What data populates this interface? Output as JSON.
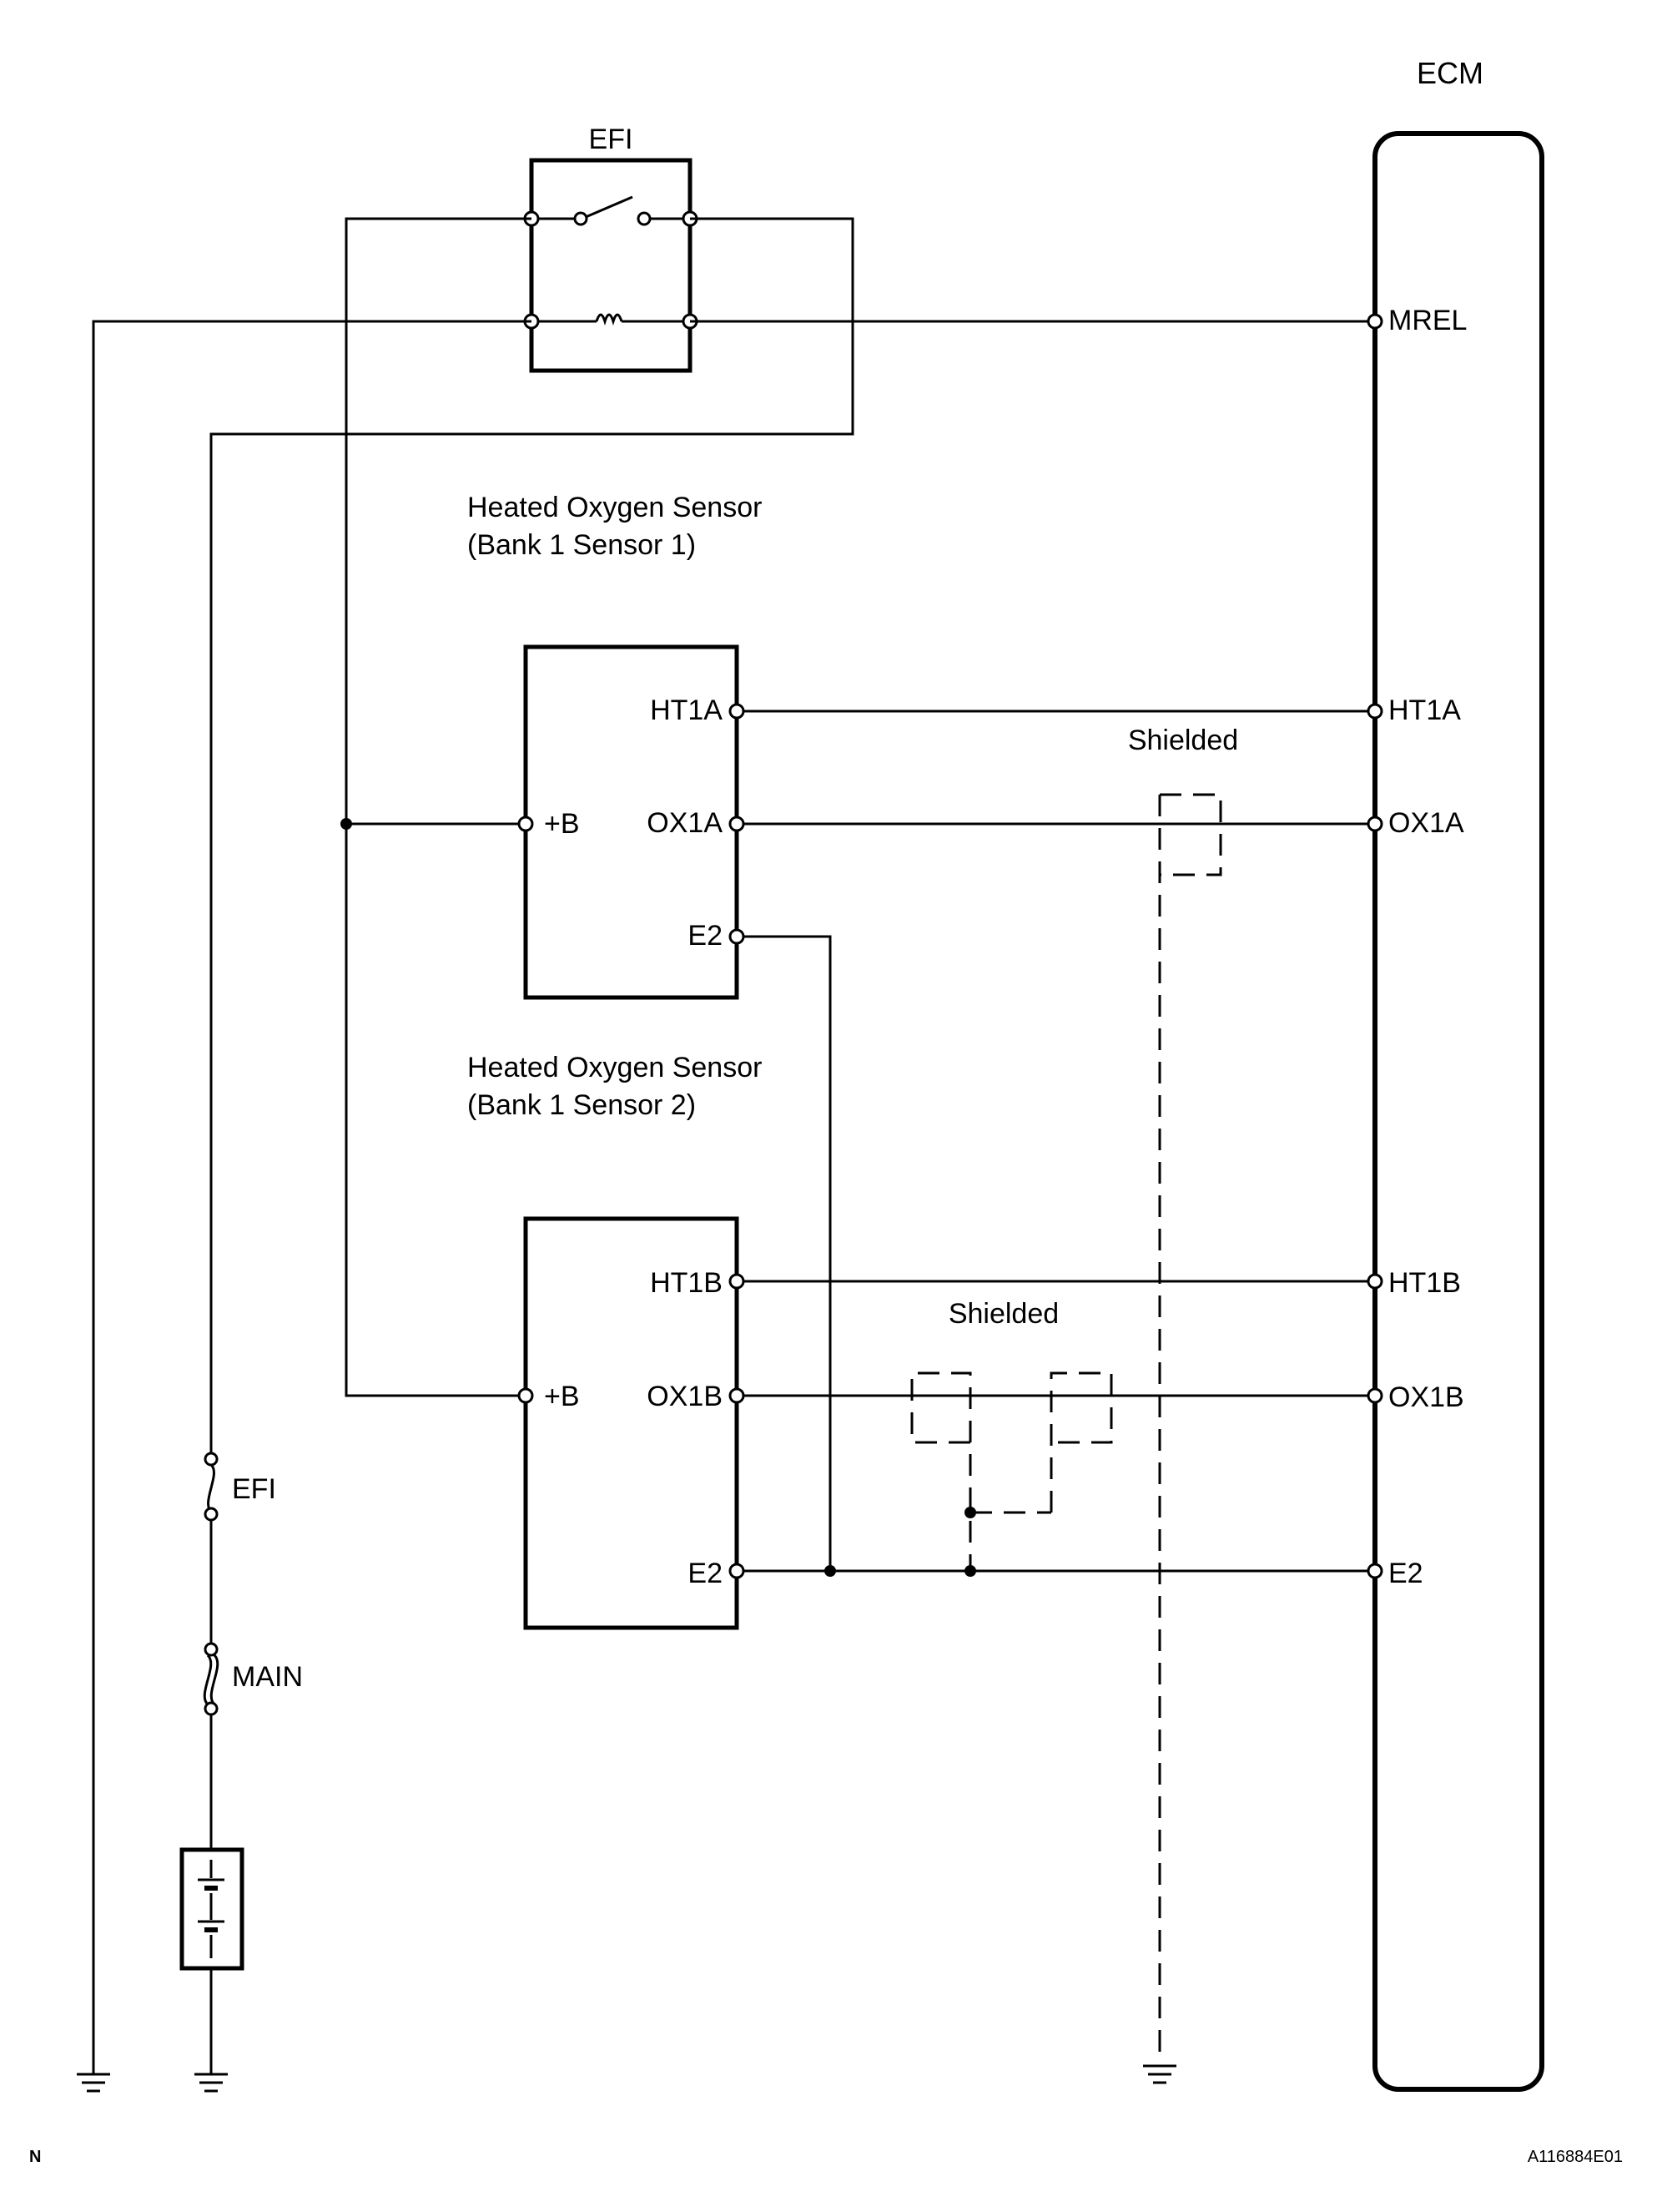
{
  "ecm": {
    "title": "ECM",
    "pins": {
      "mrel": "MREL",
      "ht1a": "HT1A",
      "ox1a": "OX1A",
      "ht1b": "HT1B",
      "ox1b": "OX1B",
      "e2": "E2"
    }
  },
  "relay": {
    "label": "EFI"
  },
  "sensor1": {
    "name": "Heated Oxygen Sensor",
    "position": "(Bank 1 Sensor 1)",
    "pins": {
      "b": "+B",
      "ht": "HT1A",
      "ox": "OX1A",
      "e2": "E2"
    },
    "shield_label": "Shielded"
  },
  "sensor2": {
    "name": "Heated Oxygen Sensor",
    "position": "(Bank 1 Sensor 2)",
    "pins": {
      "b": "+B",
      "ht": "HT1B",
      "ox": "OX1B",
      "e2": "E2"
    },
    "shield_label": "Shielded"
  },
  "fuses": {
    "efi": "EFI",
    "main": "MAIN"
  },
  "corner": {
    "left": "N",
    "right": "A116884E01"
  }
}
